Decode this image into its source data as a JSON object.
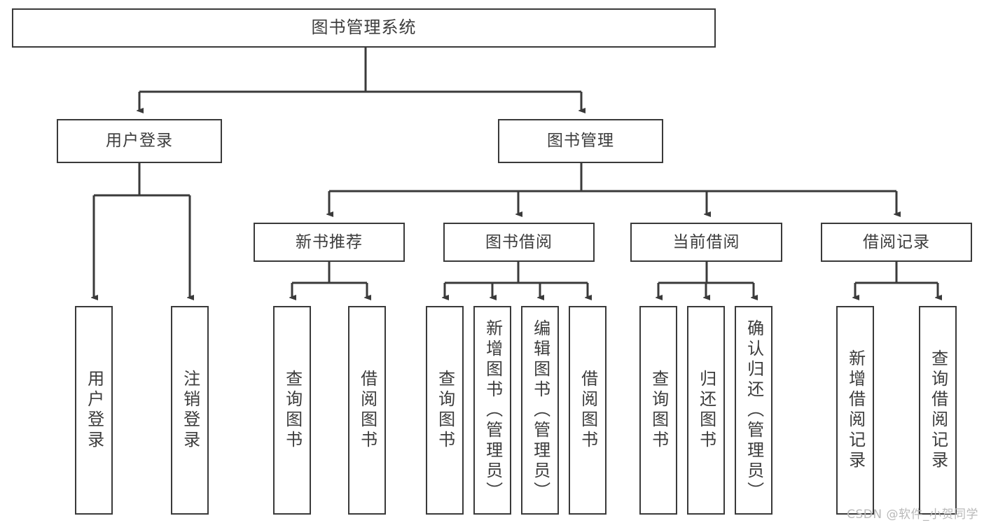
{
  "diagram": {
    "title": "图书管理系统",
    "type": "tree",
    "watermark": "CSDN @软件_小贺同学",
    "nodes": {
      "root": {
        "label": "图书管理系统"
      },
      "login": {
        "label": "用户登录"
      },
      "bookmgr": {
        "label": "图书管理"
      },
      "newbook": {
        "label": "新书推荐"
      },
      "borrow": {
        "label": "图书借阅"
      },
      "current": {
        "label": "当前借阅"
      },
      "record": {
        "label": "借阅记录"
      },
      "leaf_login_1": {
        "label": "用户登录"
      },
      "leaf_login_2": {
        "label": "注销登录"
      },
      "leaf_new_1": {
        "label": "查询图书"
      },
      "leaf_new_2": {
        "label": "借阅图书"
      },
      "leaf_borrow_1": {
        "label": "查询图书"
      },
      "leaf_borrow_2": {
        "label": "新增图书（管理员）"
      },
      "leaf_borrow_3": {
        "label": "编辑图书（管理员）"
      },
      "leaf_borrow_4": {
        "label": "借阅图书"
      },
      "leaf_cur_1": {
        "label": "查询图书"
      },
      "leaf_cur_2": {
        "label": "归还图书"
      },
      "leaf_cur_3": {
        "label": "确认归还（管理员）"
      },
      "leaf_rec_1": {
        "label": "新增借阅记录"
      },
      "leaf_rec_2": {
        "label": "查询借阅记录"
      }
    },
    "colors": {
      "border": "#3a3a3a",
      "text": "#3c3c3c",
      "background": "#ffffff",
      "watermark": "#b9b9b9"
    }
  }
}
